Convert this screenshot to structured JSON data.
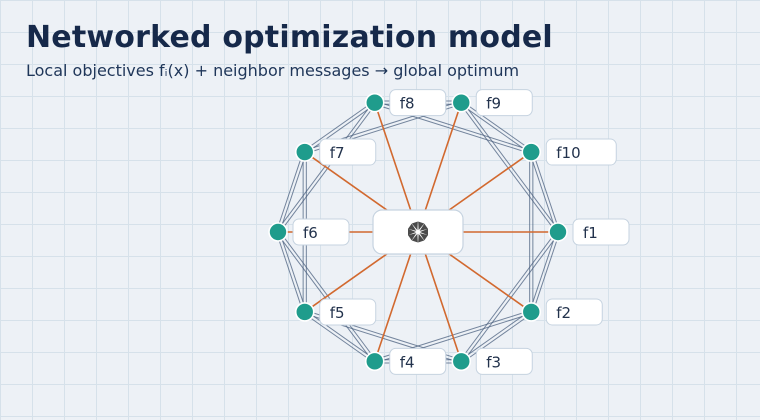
{
  "header": {
    "title": "Networked optimization model",
    "subtitle": "Local objectives fᵢ(x) + neighbor messages  →  global optimum"
  },
  "diagram": {
    "hub": {
      "label": "",
      "icon": "aggregator-x-icon"
    },
    "nodes": [
      {
        "id": "1",
        "label": "f1"
      },
      {
        "id": "2",
        "label": "f2"
      },
      {
        "id": "3",
        "label": "f3"
      },
      {
        "id": "4",
        "label": "f4"
      },
      {
        "id": "5",
        "label": "f5"
      },
      {
        "id": "6",
        "label": "f6"
      },
      {
        "id": "7",
        "label": "f7"
      },
      {
        "id": "8",
        "label": "f8"
      },
      {
        "id": "9",
        "label": "f9"
      },
      {
        "id": "10",
        "label": "f10"
      }
    ],
    "neighbor_links": [
      [
        "1",
        "2"
      ],
      [
        "2",
        "3"
      ],
      [
        "3",
        "4"
      ],
      [
        "4",
        "5"
      ],
      [
        "5",
        "6"
      ],
      [
        "6",
        "7"
      ],
      [
        "7",
        "8"
      ],
      [
        "8",
        "9"
      ],
      [
        "9",
        "10"
      ],
      [
        "10",
        "1"
      ],
      [
        "1",
        "3"
      ],
      [
        "2",
        "4"
      ],
      [
        "3",
        "5"
      ],
      [
        "4",
        "6"
      ],
      [
        "5",
        "7"
      ],
      [
        "6",
        "8"
      ],
      [
        "7",
        "9"
      ],
      [
        "8",
        "10"
      ],
      [
        "9",
        "1"
      ],
      [
        "10",
        "2"
      ]
    ],
    "colors": {
      "node_fill": "#1f9c8c",
      "node_stroke": "#ffffff",
      "neighbor_edge": "#4a5f7e",
      "hub_edge": "#d2692f",
      "label_box_fill": "#ffffff",
      "label_box_stroke": "#c6d3e0",
      "title": "#16294a"
    }
  }
}
